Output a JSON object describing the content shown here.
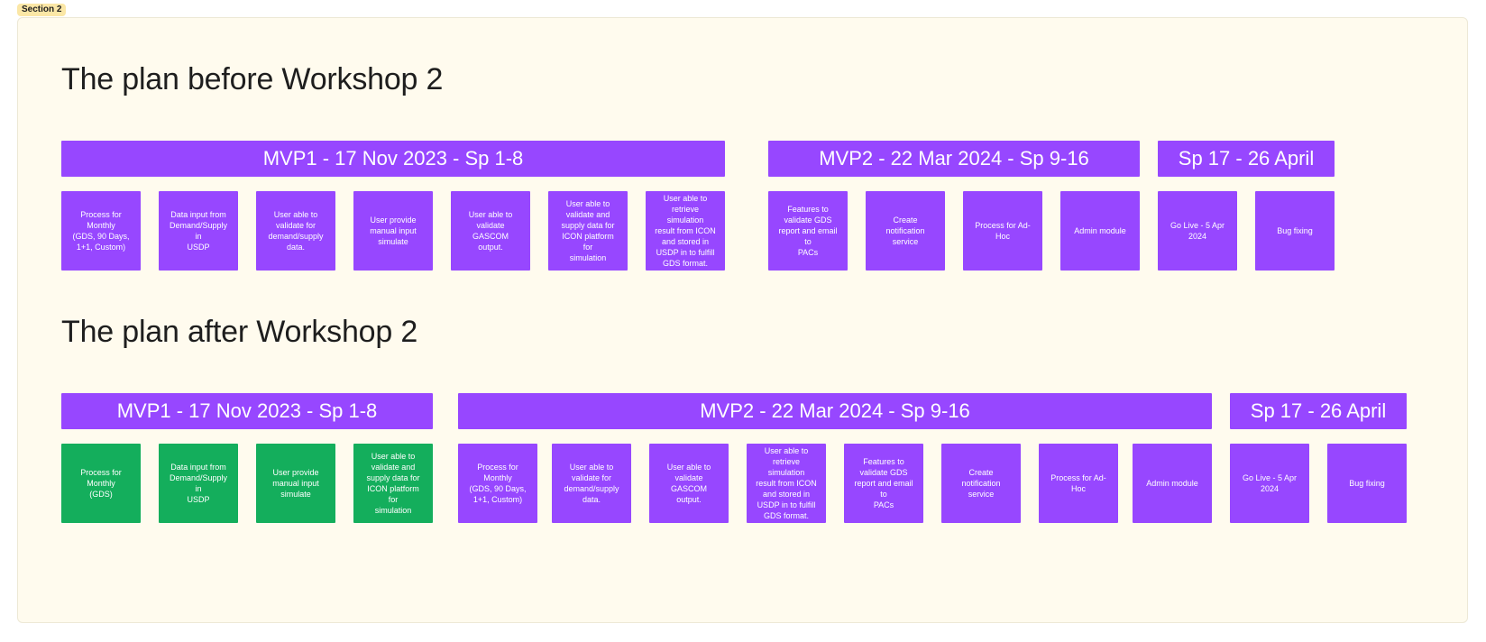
{
  "section_label": "Section 2",
  "colors": {
    "purple": "#9747ff",
    "green": "#14ae5c",
    "section_background": "#fffbee",
    "section_label_background": "#fbe7a6"
  },
  "before": {
    "heading": "The plan before Workshop 2",
    "banners": {
      "mvp1": "MVP1 - 17 Nov 2023 - Sp 1-8",
      "mvp2": "MVP2 - 22 Mar 2024 - Sp 9-16",
      "sp17": "Sp 17 - 26 April"
    },
    "cards": {
      "c1": "Process for\nMonthly\n(GDS, 90 Days,\n1+1, Custom)",
      "c2": "Data input from\nDemand/Supply in\nUSDP",
      "c3": "User able to\nvalidate for\ndemand/supply\ndata.",
      "c4": "User provide\nmanual input\nsimulate",
      "c5": "User able to\nvalidate GASCOM\noutput.",
      "c6": "User able to\nvalidate and\nsupply data for\nICON platform for\nsimulation",
      "c7": "User able to\nretrieve simulation\nresult from ICON\nand stored in\nUSDP in to fulfill\nGDS format.",
      "c8": "Features to\nvalidate GDS\nreport and email to\nPACs",
      "c9": "Create notification\nservice",
      "c10": "Process for Ad-\nHoc",
      "c11": "Admin module",
      "c12": "Go Live - 5 Apr\n2024",
      "c13": "Bug fixing"
    }
  },
  "after": {
    "heading": "The plan after Workshop 2",
    "banners": {
      "mvp1": "MVP1 - 17 Nov 2023 - Sp 1-8",
      "mvp2": "MVP2 - 22 Mar 2024 - Sp 9-16",
      "sp17": "Sp 17 - 26 April"
    },
    "cards": {
      "c1": "Process for\nMonthly\n(GDS)",
      "c2": "Data input from\nDemand/Supply in\nUSDP",
      "c3": "User provide\nmanual input\nsimulate",
      "c4": "User able to\nvalidate and\nsupply data for\nICON platform for\nsimulation",
      "c5": "Process for\nMonthly\n(GDS, 90 Days,\n1+1, Custom)",
      "c6": "User able to\nvalidate for\ndemand/supply\ndata.",
      "c7": "User able to\nvalidate GASCOM\noutput.",
      "c8": "User able to\nretrieve simulation\nresult from ICON\nand stored in\nUSDP in to fulfill\nGDS format.",
      "c9": "Features to\nvalidate GDS\nreport and email to\nPACs",
      "c10": "Create notification\nservice",
      "c11": "Process for Ad-\nHoc",
      "c12": "Admin module",
      "c13": "Go Live - 5 Apr\n2024",
      "c14": "Bug fixing"
    }
  }
}
